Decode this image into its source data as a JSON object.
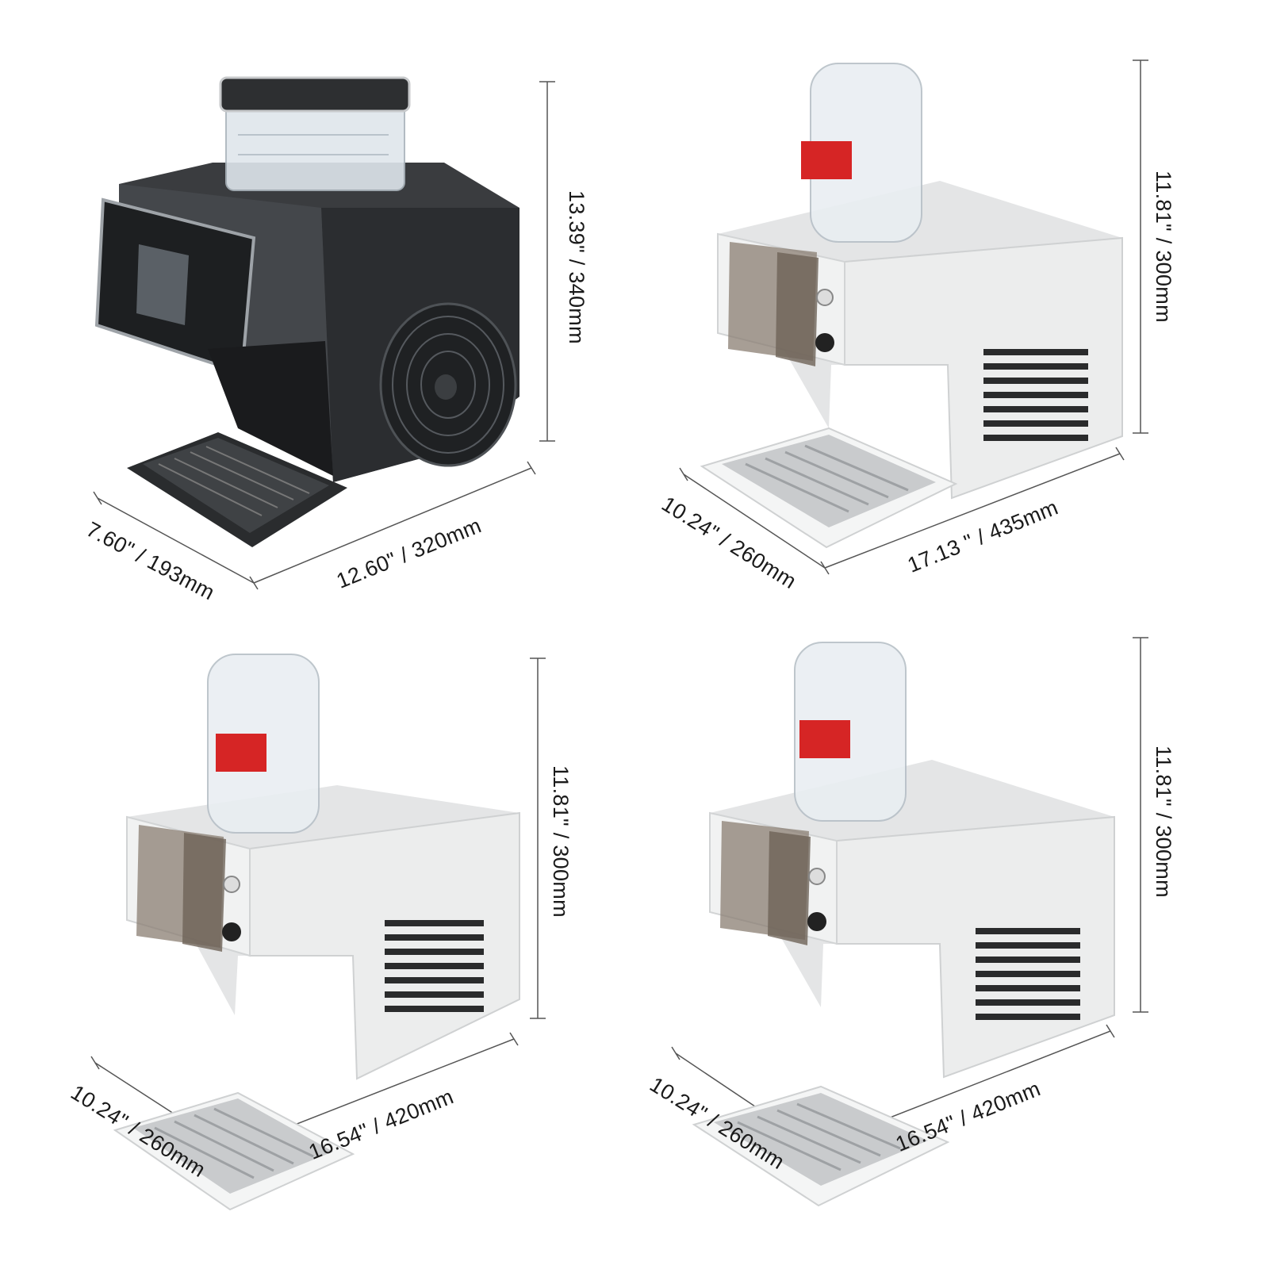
{
  "products": [
    {
      "id": "black-unit",
      "color": "#2f3133",
      "depth_label": "7.60\" / 193mm",
      "width_label": "12.60\" / 320mm",
      "height_label": "13.39\" / 340mm"
    },
    {
      "id": "white-unit-435",
      "color": "#e9eaea",
      "depth_label": "10.24\" / 260mm",
      "width_label": "17.13 \" / 435mm",
      "height_label": "11.81\" / 300mm"
    },
    {
      "id": "white-unit-420-a",
      "color": "#e9eaea",
      "depth_label": "10.24\" / 260mm",
      "width_label": "16.54\" / 420mm",
      "height_label": "11.81\" / 300mm"
    },
    {
      "id": "white-unit-420-b",
      "color": "#e9eaea",
      "depth_label": "10.24\" / 260mm",
      "width_label": "16.54\" / 420mm",
      "height_label": "11.81\" / 300mm"
    }
  ]
}
